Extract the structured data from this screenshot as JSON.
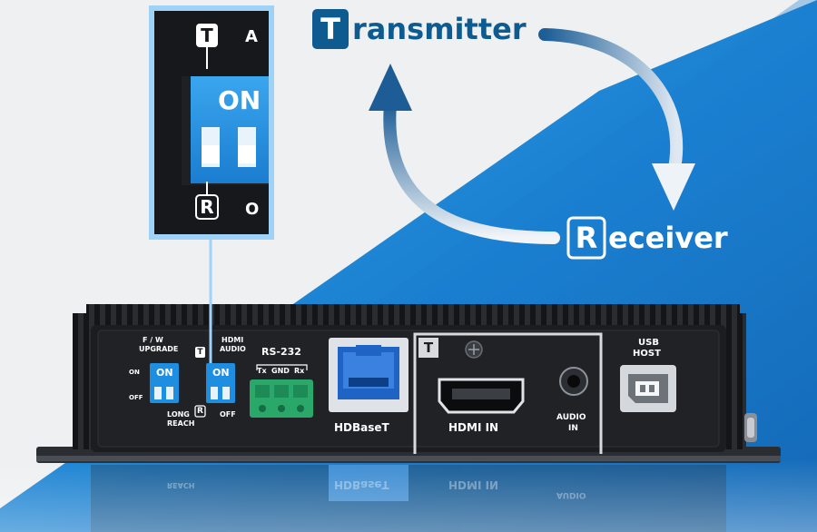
{
  "headline": {
    "transmitter": {
      "letter": "T",
      "rest": "ransmitter"
    },
    "receiver": {
      "letter": "R",
      "rest": "eceiver"
    }
  },
  "zoom_inset": {
    "top_letter": "T",
    "top_partial": "A",
    "switch_label": "ON",
    "bottom_letter": "R",
    "bottom_partial": "O"
  },
  "device": {
    "fw_upgrade_label": [
      "F / W",
      "UPGRADE"
    ],
    "switch1_on": "ON",
    "on_off_side": [
      "ON",
      "OFF"
    ],
    "long_reach_label": [
      "LONG",
      "REACH"
    ],
    "mode_t": "T",
    "mode_r": "R",
    "hdmi_audio_label": [
      "HDMI",
      "AUDIO"
    ],
    "switch2_on": "ON",
    "switch2_off": "OFF",
    "rs232_title": "RS-232",
    "rs232_pins": [
      "Tx",
      "GND",
      "Rx"
    ],
    "hdbaset_label": "HDBaseT",
    "tx_section_letter": "T",
    "hdmi_in_label": "HDMI IN",
    "audio_in_label": [
      "AUDIO",
      "IN"
    ],
    "usb_host_label": [
      "USB",
      "HOST"
    ]
  },
  "reflection": {
    "texts": [
      "HDBaseT",
      "HDMI IN",
      "REACH",
      "AUDIO"
    ]
  },
  "colors": {
    "brand_blue": "#0e5b8f",
    "background_blue": "#1a7fcf",
    "device_black": "#1b1d20",
    "switch_blue": "#1e8fe0",
    "terminal_green": "#2aa86a"
  }
}
